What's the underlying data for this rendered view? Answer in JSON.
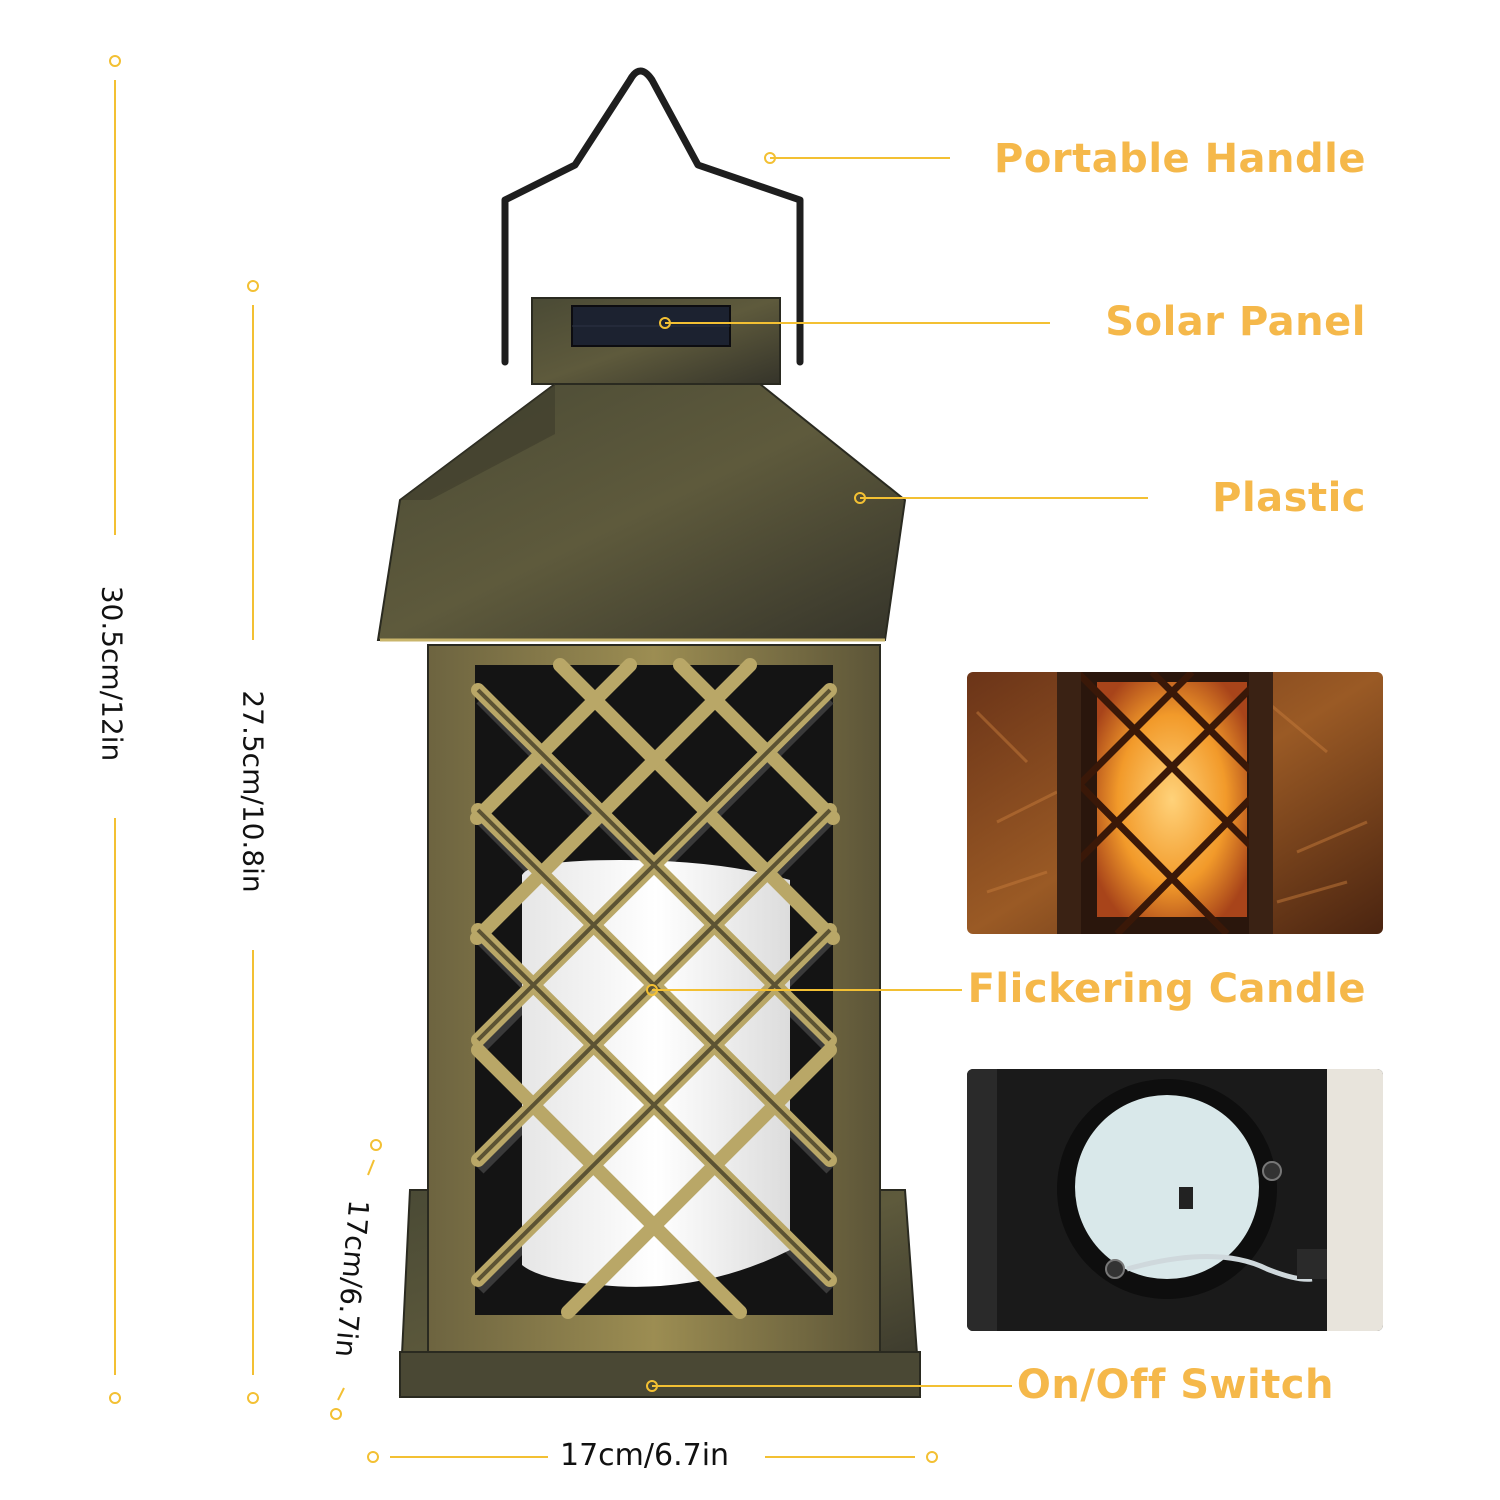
{
  "callouts": {
    "handle": "Portable Handle",
    "solar": "Solar Panel",
    "plastic": "Plastic",
    "candle": "Flickering Candle",
    "switch": "On/Off Switch"
  },
  "dimensions": {
    "total_height": "30.5cm/12in",
    "body_height": "27.5cm/10.8in",
    "depth": "17cm/6.7in",
    "width": "17cm/6.7in"
  },
  "colors": {
    "accent": "#f5b84a",
    "line": "#f3c033",
    "bronze_dark": "#3b3a2a",
    "bronze_light": "#b8a45a"
  }
}
